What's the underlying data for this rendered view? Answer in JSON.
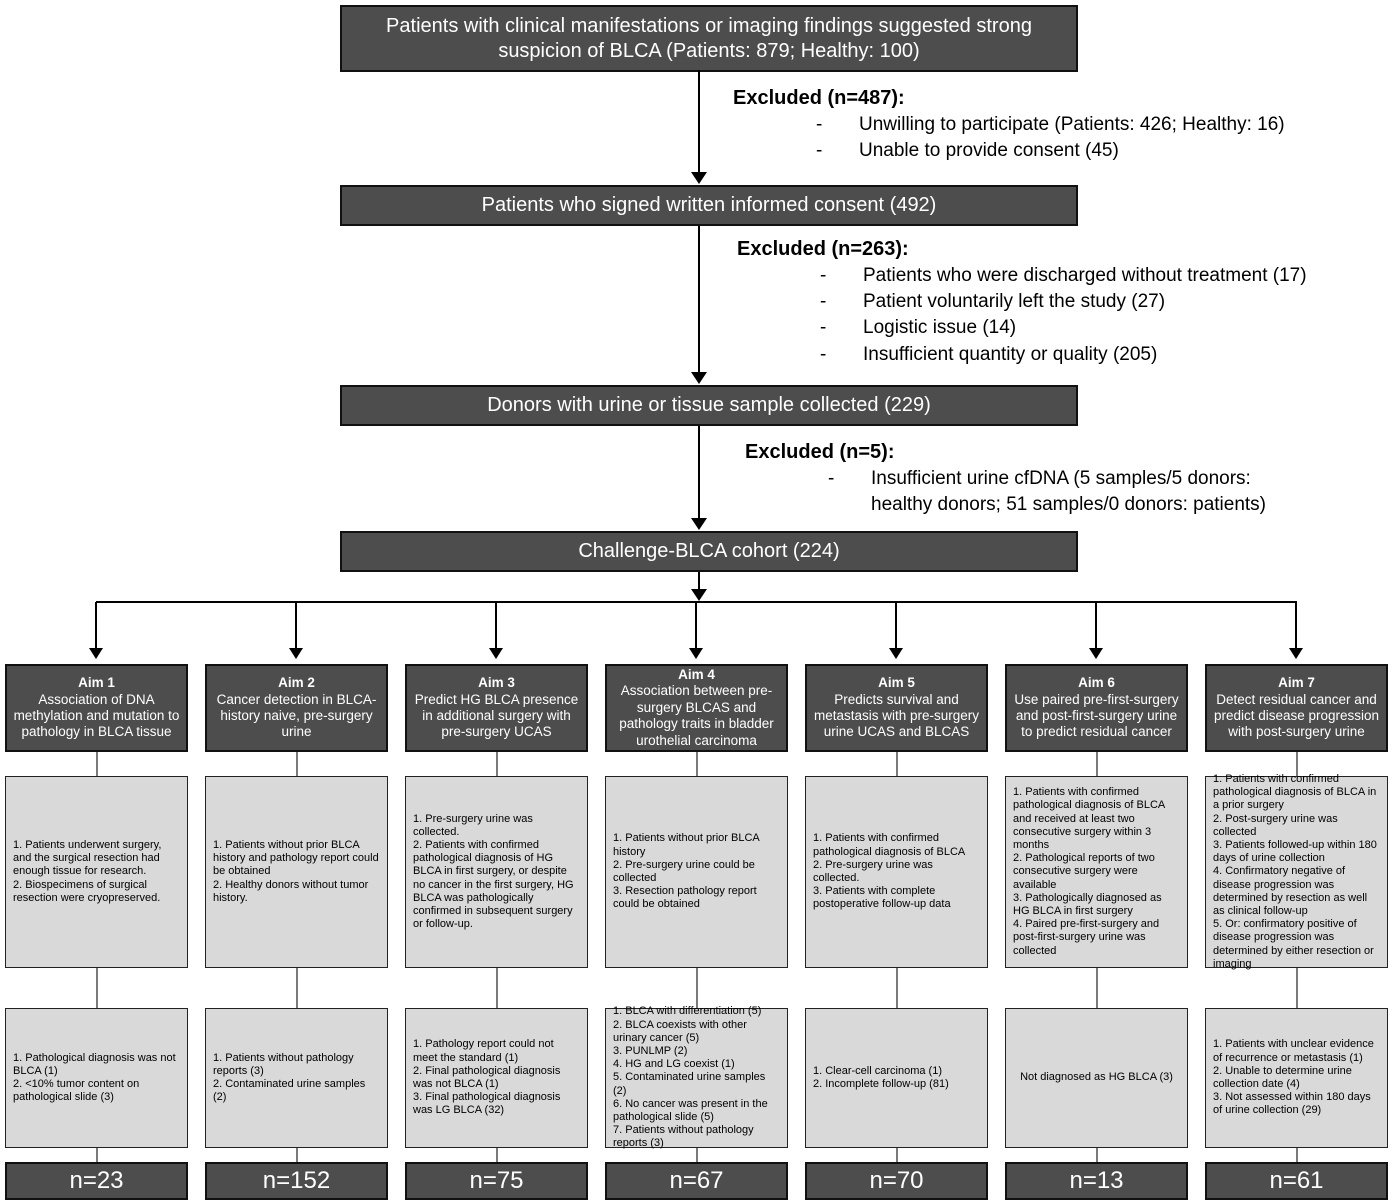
{
  "colors": {
    "dark_box_bg": "#4d4d4d",
    "dark_box_text": "#ffffff",
    "light_box_bg": "#d9d9d9",
    "line_color": "#000000"
  },
  "main_flow": {
    "box1": "Patients with clinical manifestations or imaging findings suggested strong suspicion of BLCA (Patients: 879; Healthy: 100)",
    "box2": "Patients who signed written informed consent (492)",
    "box3": "Donors with urine or tissue sample collected (229)",
    "box4": "Challenge-BLCA cohort (224)",
    "exclusion1": {
      "title": "Excluded (n=487):",
      "items": [
        "Unwilling to participate (Patients: 426; Healthy: 16)",
        "Unable to provide consent (45)"
      ]
    },
    "exclusion2": {
      "title": "Excluded (n=263):",
      "items": [
        "Patients who were discharged without treatment (17)",
        "Patient voluntarily left the study (27)",
        "Logistic issue (14)",
        "Insufficient quantity or quality (205)"
      ]
    },
    "exclusion3": {
      "title": "Excluded (n=5):",
      "items": [
        "Insufficient urine cfDNA (5 samples/5 donors: healthy donors; 51 samples/0 donors: patients)"
      ]
    }
  },
  "aims": [
    {
      "id": "Aim 1",
      "title": "Association of DNA methylation and mutation to pathology in BLCA tissue",
      "criteria": "1. Patients underwent surgery, and the surgical resection had enough tissue for research.\n2. Biospecimens of surgical resection were cryopreserved.",
      "exclusion": "1. Pathological diagnosis was not BLCA (1)\n2. <10% tumor content on pathological slide (3)",
      "n": "n=23"
    },
    {
      "id": "Aim 2",
      "title": "Cancer detection in BLCA-history naive, pre-surgery urine",
      "criteria": "1.  Patients without prior BLCA history and pathology report could be obtained\n2. Healthy donors without tumor history.",
      "exclusion": "1. Patients without pathology reports (3)\n2. Contaminated urine samples (2)",
      "n": "n=152"
    },
    {
      "id": "Aim 3",
      "title": "Predict HG BLCA presence in additional surgery with pre-surgery UCAS",
      "criteria": "1. Pre-surgery urine was collected.\n2. Patients with confirmed pathological diagnosis of HG BLCA in first surgery, or despite no cancer in the first surgery, HG BLCA was pathologically confirmed in subsequent surgery or follow-up.",
      "exclusion": "1. Pathology report could not meet the standard (1)\n2. Final pathological diagnosis was not BLCA (1)\n3. Final pathological diagnosis was LG BLCA (32)",
      "n": "n=75"
    },
    {
      "id": "Aim 4",
      "title": "Association between pre-surgery BLCAS and pathology traits in bladder urothelial carcinoma",
      "criteria": "1. Patients without prior BLCA history\n2. Pre-surgery urine could be collected\n3. Resection pathology report could be obtained",
      "exclusion": "1. BLCA with differentiation (5)\n2. BLCA coexists with other urinary cancer (5)\n3. PUNLMP (2)\n4. HG and LG coexist (1)\n5. Contaminated urine samples (2)\n6. No cancer was present in the pathological slide (5)\n7. Patients without pathology reports (3)",
      "n": "n=67"
    },
    {
      "id": "Aim 5",
      "title": "Predicts survival and metastasis with pre-surgery urine UCAS and BLCAS",
      "criteria": "1. Patients with confirmed pathological diagnosis of BLCA\n2. Pre-surgery urine was collected.\n3. Patients with complete postoperative follow-up data",
      "exclusion": "1. Clear-cell carcinoma (1)\n2. Incomplete follow-up (81)",
      "n": "n=70"
    },
    {
      "id": "Aim 6",
      "title": "Use paired pre-first-surgery and post-first-surgery urine to predict residual cancer",
      "criteria": "1. Patients with confirmed pathological diagnosis of BLCA and received at least two consecutive surgery within 3 months\n2. Pathological reports of two consecutive surgery were available\n3. Pathologically diagnosed as HG BLCA in first surgery\n4. Paired pre-first-surgery and post-first-surgery urine was collected",
      "exclusion": "Not diagnosed as HG BLCA (3)",
      "n": "n=13"
    },
    {
      "id": "Aim 7",
      "title": "Detect residual cancer and predict disease progression with post-surgery urine",
      "criteria": "1. Patients with confirmed pathological diagnosis of BLCA in a prior surgery\n2. Post-surgery urine was collected\n3. Patients followed-up within 180 days of urine collection\n4. Confirmatory negative of disease progression was determined by resection as well as clinical follow-up\n5. Or: confirmatory positive of disease progression was determined by either resection or imaging",
      "exclusion": "1. Patients with unclear evidence of recurrence or metastasis (1)\n2. Unable to determine urine collection date (4)\n3. Not assessed within 180 days of urine collection (29)",
      "n": "n=61"
    }
  ]
}
